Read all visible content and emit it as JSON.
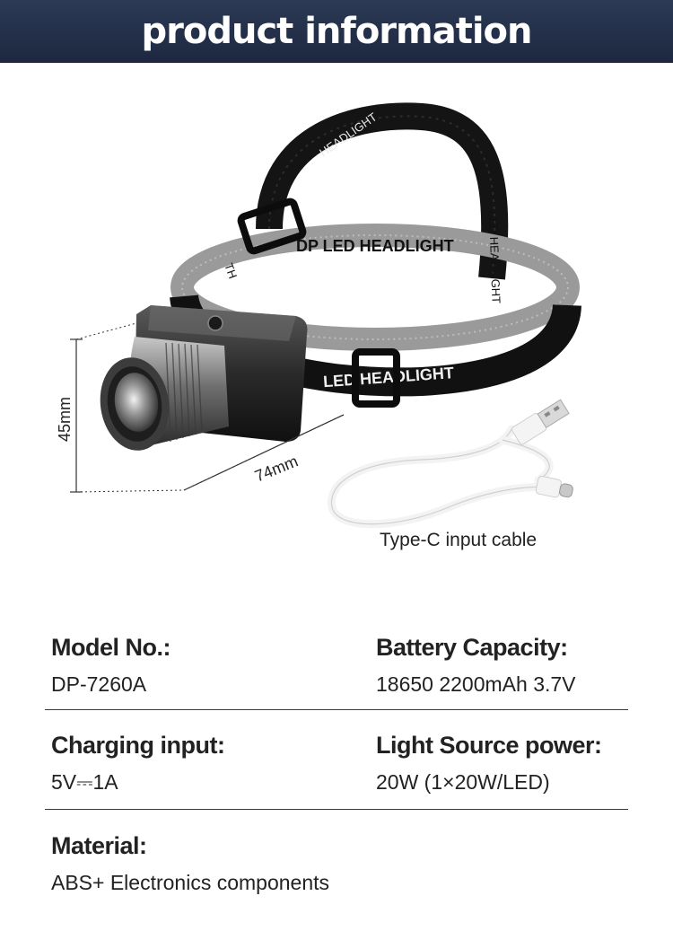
{
  "header": {
    "title": "product information"
  },
  "figure": {
    "height_dim": "45mm",
    "width_dim": "74mm",
    "strap_text_1": "DP LED HEADLIGHT",
    "strap_text_2": "LED HEADLIGHT",
    "strap_text_3": "LED HEADLIGHT",
    "strap_text_4": "HEADLIGHT",
    "strap_text_5": "TH",
    "cable_label": "Type-C input cable"
  },
  "specs": {
    "model_label": "Model No.:",
    "model_value": "DP-7260A",
    "battery_label": "Battery Capacity:",
    "battery_value": "18650 2200mAh 3.7V",
    "charging_label": "Charging input:",
    "charging_value": "5V⎓1A",
    "light_label": "Light Source power:",
    "light_value": "20W (1×20W/LED)",
    "material_label": "Material:",
    "material_value": "ABS+ Electronics components"
  },
  "colors": {
    "banner": "#1d2740",
    "strap": "#111111",
    "cable": "#f2f2f2"
  }
}
